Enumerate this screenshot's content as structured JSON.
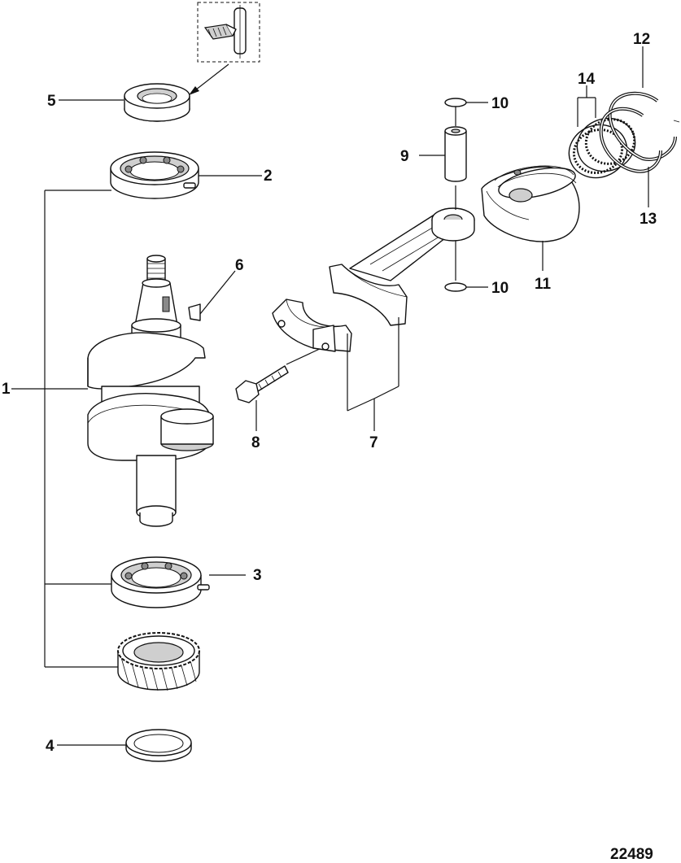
{
  "diagram_id": "22489",
  "callouts": [
    "1",
    "2",
    "3",
    "4",
    "5",
    "6",
    "7",
    "8",
    "9",
    "10",
    "10",
    "11",
    "12",
    "13",
    "14"
  ]
}
